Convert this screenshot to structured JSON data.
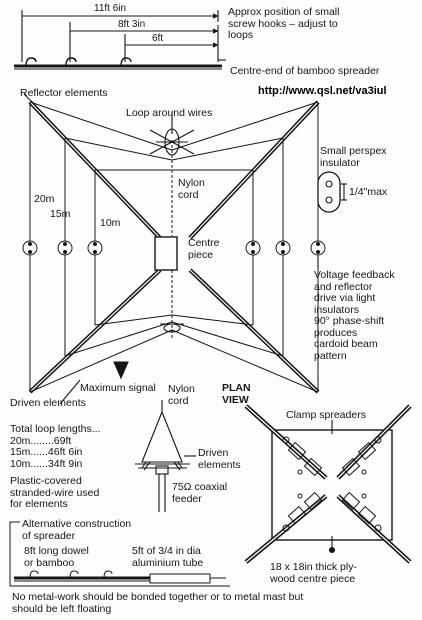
{
  "site_url": "http://www.qsl.net/va3iul",
  "colors": {
    "ink": "#161616",
    "paper": "#fdfdfd",
    "url": "#000000"
  },
  "spreader_diagram": {
    "dim_1": "11ft  6in",
    "dim_2": "8ft  3in",
    "dim_3": "6ft",
    "hooks_note": [
      "Approx position of small",
      "screw hooks – adjust to",
      "loops"
    ],
    "centre_end": "Centre-end of bamboo spreader"
  },
  "plan": {
    "reflector_elements": "Reflector elements",
    "loop_around_wires": "Loop around wires",
    "band_20m": "20m",
    "band_15m": "15m",
    "band_10m": "10m",
    "nylon_cord": [
      "Nylon",
      "cord"
    ],
    "centre_piece": [
      "Centre",
      "piece"
    ],
    "insulator": [
      "Small perspex",
      "insulator"
    ],
    "insulator_dim": "1/4\"max",
    "voltage_feedback": [
      "Voltage feedback",
      "and reflector",
      "drive via light",
      "insulators",
      "90° phase-shift",
      "produces",
      "cardoid beam",
      "pattern"
    ],
    "maximum_signal": "Maximum signal",
    "plan_view": [
      "PLAN",
      "VIEW"
    ],
    "driven_elements": "Driven elements"
  },
  "loops": {
    "title": "Total loop lengths...",
    "rows": [
      "20m........69ft",
      "15m......46ft  6in",
      "10m......34ft  9in"
    ],
    "wire_note": [
      "Plastic-covered",
      "stranded-wire used",
      "for elements"
    ]
  },
  "feed": {
    "nylon_cord": [
      "Nylon",
      "cord"
    ],
    "driven_elements": [
      "Driven",
      "elements"
    ],
    "coax": [
      "75Ω coaxial",
      "feeder"
    ]
  },
  "clamp": {
    "title": "Clamp spreaders",
    "plate": [
      "18 x 18in thick ply-",
      "wood centre piece"
    ]
  },
  "alt": {
    "title": [
      "Alternative construction",
      "of spreader"
    ],
    "dowel": [
      "8ft long dowel",
      "or bamboo"
    ],
    "tube": [
      "5ft of 3/4 in dia",
      "aluminium tube"
    ]
  },
  "footer": [
    "No metal-work should be bonded together or to metal mast but",
    "should be left floating"
  ]
}
